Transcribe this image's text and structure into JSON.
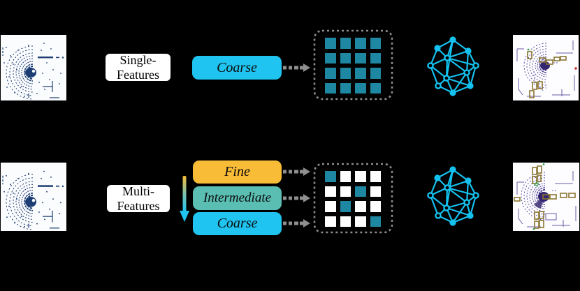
{
  "figure": {
    "pipelines": {
      "single": {
        "label_line1": "Single-",
        "label_line2": "Features",
        "buttons": [
          {
            "label": "Coarse",
            "color": "#1FC4F0"
          }
        ],
        "grid_pattern": [
          [
            1,
            1,
            1,
            1
          ],
          [
            1,
            1,
            1,
            1
          ],
          [
            1,
            1,
            1,
            1
          ],
          [
            1,
            1,
            1,
            1
          ]
        ],
        "input_image": "lidar-point-cloud-scan",
        "output_image": "lidar-detection-result"
      },
      "multi": {
        "label_line1": "Multi-",
        "label_line2": "Features",
        "buttons": [
          {
            "label": "Fine",
            "color": "#F9BC37"
          },
          {
            "label": "Intermediate",
            "color": "#5ABEB3"
          },
          {
            "label": "Coarse",
            "color": "#1FC4F0"
          }
        ],
        "grid_pattern": [
          [
            1,
            0,
            0,
            0
          ],
          [
            0,
            0,
            1,
            0
          ],
          [
            0,
            1,
            0,
            0
          ],
          [
            0,
            0,
            0,
            1
          ]
        ],
        "input_image": "lidar-point-cloud-scan",
        "output_image": "lidar-detection-result-dense"
      }
    },
    "colors": {
      "grid_filled": "#1E87A1",
      "grid_empty": "#FFFFFF",
      "graph_cyan": "#14C2F0",
      "dashed_border_gray": "#8C8C8C",
      "arrow_gray": "#8F8F8F",
      "gradient_arrow_top": "#F9BC37",
      "gradient_arrow_bottom": "#1FC4F0",
      "pointcloud_navy": "#1C3E73",
      "detection_purple": "#4D3D96"
    }
  }
}
